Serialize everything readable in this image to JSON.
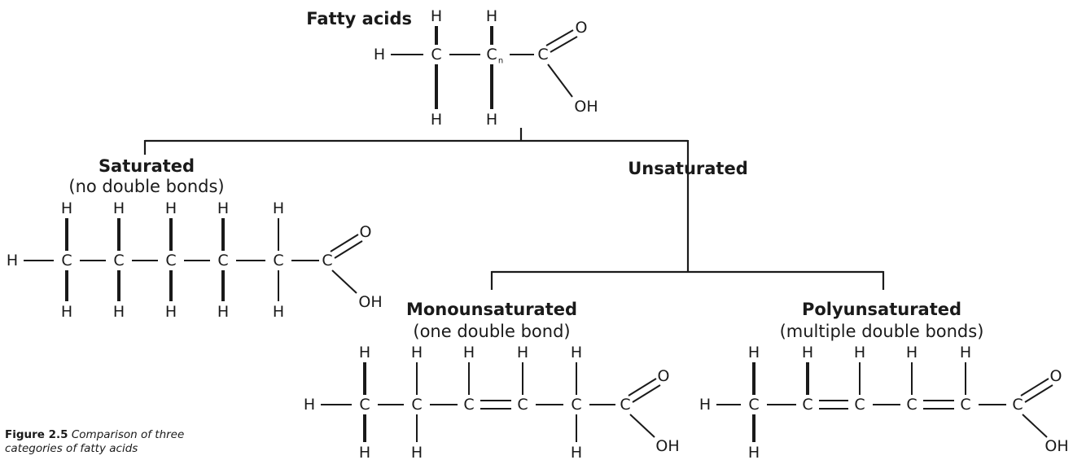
{
  "labels": {
    "fatty_acids": "Fatty acids",
    "saturated": "Saturated",
    "saturated_note": "(no double bonds)",
    "unsaturated": "Unsaturated",
    "monounsaturated": "Monounsaturated",
    "mono_note": "(one double bond)",
    "polyunsaturated": "Polyunsaturated",
    "poly_note": "(multiple double bonds)"
  },
  "atoms": {
    "H": "H",
    "C": "C",
    "O": "O",
    "OH": "OH",
    "n": "n"
  },
  "caption": {
    "lead": "Figure 2.5",
    "text": "Comparison of three categories of fatty acids"
  }
}
